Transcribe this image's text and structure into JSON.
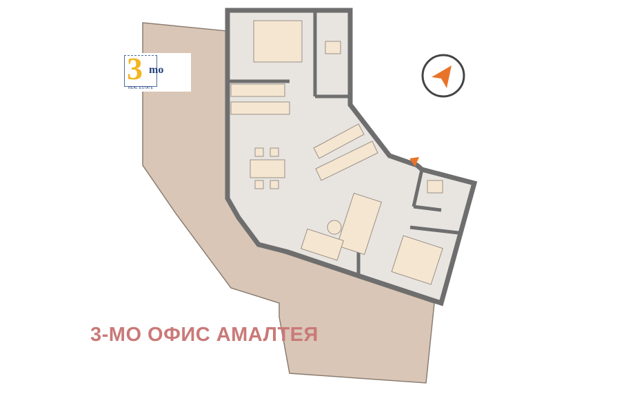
{
  "logo": {
    "numeral": "3",
    "suffix": "mo",
    "tagline": "REAL ESTATE"
  },
  "title": "3-МО ОФИС АМАЛТЕЯ",
  "icons": {
    "compass": "compass-arrow-icon",
    "entrance": "entrance-arrow-icon"
  },
  "colors": {
    "terrace": "#d9c6b6",
    "interior": "#e8e5e1",
    "walls": "#6e6e6e",
    "furniture": "#f4e6d0",
    "accent_orange": "#e8742a",
    "logo_yellow": "#f2b622",
    "logo_blue": "#1f3f7a",
    "title": "#c97a78"
  }
}
